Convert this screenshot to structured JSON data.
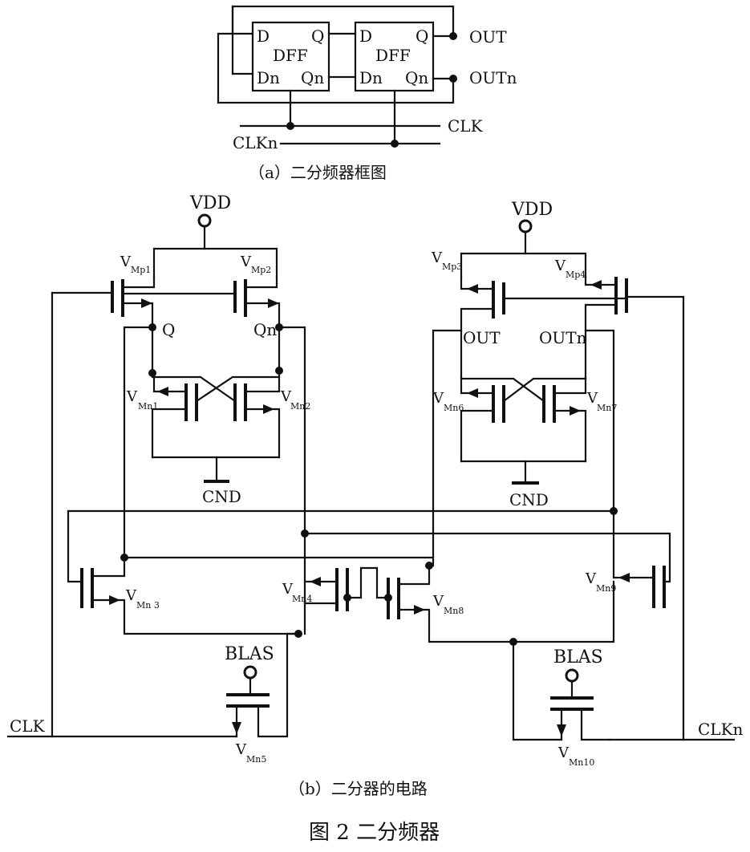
{
  "block_diagram": {
    "dff_label": "DFF",
    "pin_d": "D",
    "pin_q": "Q",
    "pin_dn": "Dn",
    "pin_qn": "Qn",
    "out": "OUT",
    "outn": "OUTn",
    "clk": "CLK",
    "clkn": "CLKn",
    "caption": "（a）二分频器框图"
  },
  "circuit": {
    "vdd": "VDD",
    "gnd": "CND",
    "bias": "BLAS",
    "node_q": "Q",
    "node_qn": "Qn",
    "node_out": "OUT",
    "node_outn": "OUTn",
    "clk": "CLK",
    "clkn": "CLKn",
    "v": "V",
    "transistors": {
      "mp1": "Mp1",
      "mp2": "Mp2",
      "mp3": "Mp3",
      "mp4": "Mp4",
      "mn1": "Mn1",
      "mn2": "Mn2",
      "mn3": "Mn 3",
      "mn4": "Mn4",
      "mn5": "Mn5",
      "mn6": "Mn6",
      "mn7": "Mn7",
      "mn8": "Mn8",
      "mn9": "Mn9",
      "mn10": "Mn10"
    },
    "caption": "（b）二分器的电路"
  },
  "figure_title": "图 2  二分频器"
}
